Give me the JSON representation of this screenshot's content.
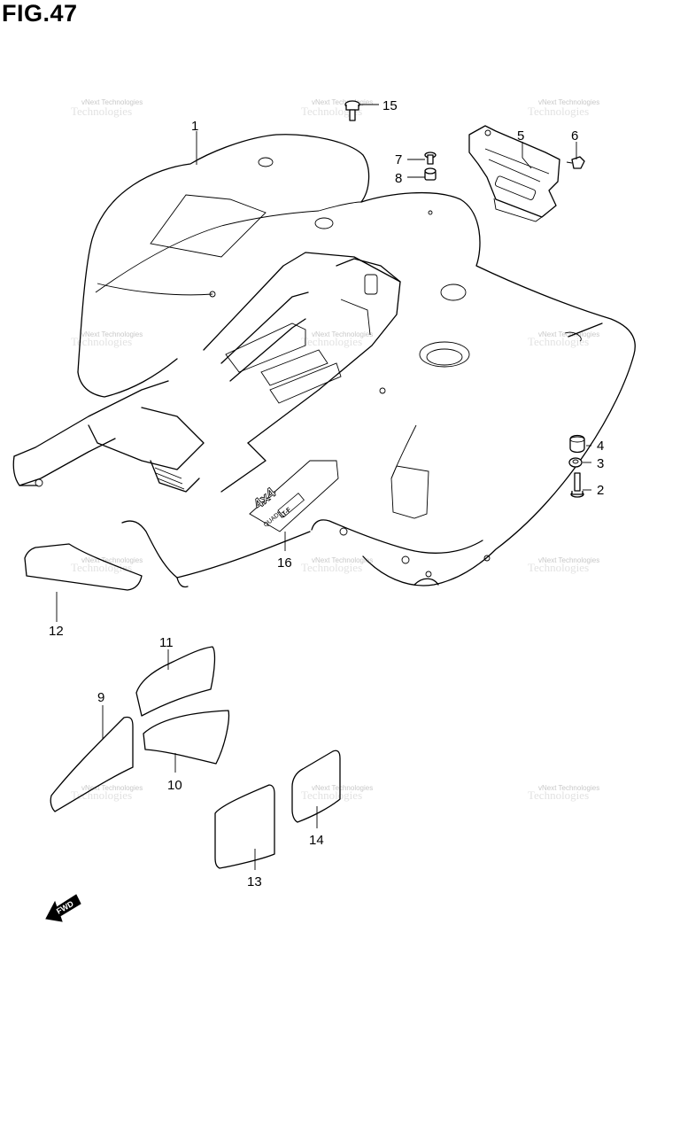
{
  "figure": {
    "title": "FIG.47"
  },
  "watermark": {
    "text": "vNext Technologies"
  },
  "fwd": {
    "label": "FWD"
  },
  "callouts": [
    {
      "id": "c1",
      "text": "1"
    },
    {
      "id": "c2",
      "text": "2"
    },
    {
      "id": "c3",
      "text": "3"
    },
    {
      "id": "c4",
      "text": "4"
    },
    {
      "id": "c5",
      "text": "5"
    },
    {
      "id": "c6",
      "text": "6"
    },
    {
      "id": "c7",
      "text": "7"
    },
    {
      "id": "c8",
      "text": "8"
    },
    {
      "id": "c9",
      "text": "9"
    },
    {
      "id": "c10",
      "text": "10"
    },
    {
      "id": "c11",
      "text": "11"
    },
    {
      "id": "c12",
      "text": "12"
    },
    {
      "id": "c13",
      "text": "13"
    },
    {
      "id": "c14",
      "text": "14"
    },
    {
      "id": "c15",
      "text": "15"
    },
    {
      "id": "c16",
      "text": "16"
    }
  ],
  "decal": {
    "text": "4x4",
    "subtext": "QUADMATIC",
    "badge": "LT-F"
  }
}
